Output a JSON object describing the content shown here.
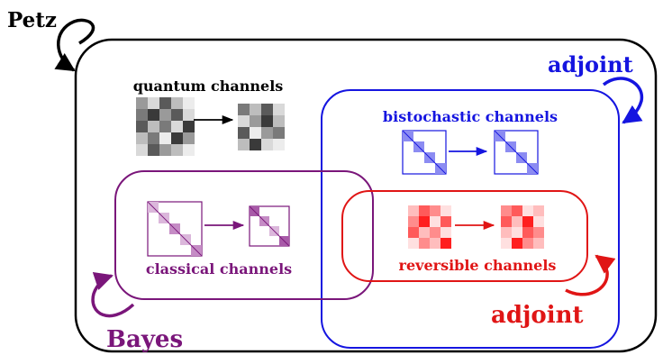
{
  "labels": {
    "petz": "Petz",
    "adjoint_top": "adjoint",
    "adjoint_bottom": "adjoint",
    "bayes": "Bayes",
    "quantum": "quantum channels",
    "bistochastic": "bistochastic channels",
    "classical": "classical channels",
    "reversible": "reversible channels"
  },
  "colors": {
    "outer": "#000000",
    "bistochastic": "#1515e0",
    "classical": "#7a167a",
    "reversible": "#e01515",
    "quantum_grays": [
      "#3a3a3a",
      "#5a5a5a",
      "#7a7a7a",
      "#9a9a9a",
      "#bdbdbd",
      "#d9d9d9",
      "#ececec"
    ],
    "bistochastic_fill": "#8c8cf2",
    "classical_fill": [
      "#a85aa8",
      "#c58cc5",
      "#dbb7db"
    ],
    "reversible_fill": [
      "#ff1f1f",
      "#ff5a5a",
      "#ff8c8c",
      "#ffbdbd",
      "#ffe0e0"
    ]
  },
  "icons": [
    "curved-arrow-icon",
    "matrix-icon",
    "right-arrow-icon"
  ]
}
